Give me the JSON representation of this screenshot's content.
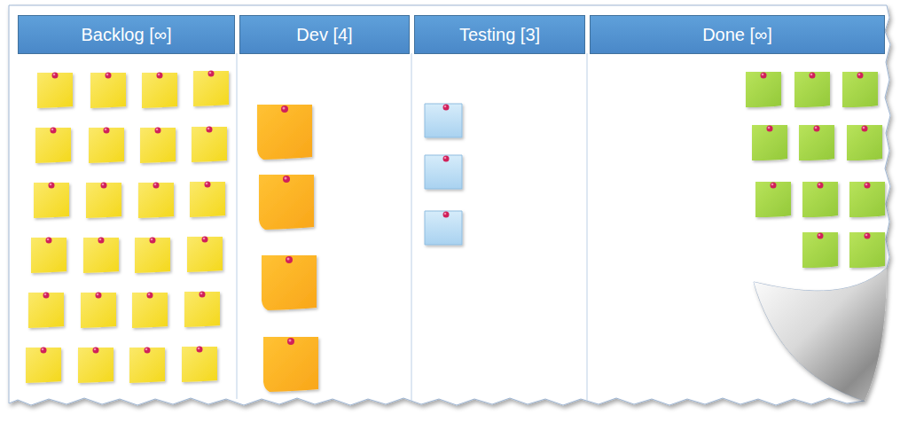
{
  "diagram": {
    "nodes": [
      {
        "text": [
          "Backlog [∞]"
        ]
      },
      {
        "text": [
          "Dev [4]"
        ]
      },
      {
        "text": [
          "Testing [3]"
        ]
      },
      {
        "text": [
          "Done [∞]"
        ]
      }
    ]
  }
}
